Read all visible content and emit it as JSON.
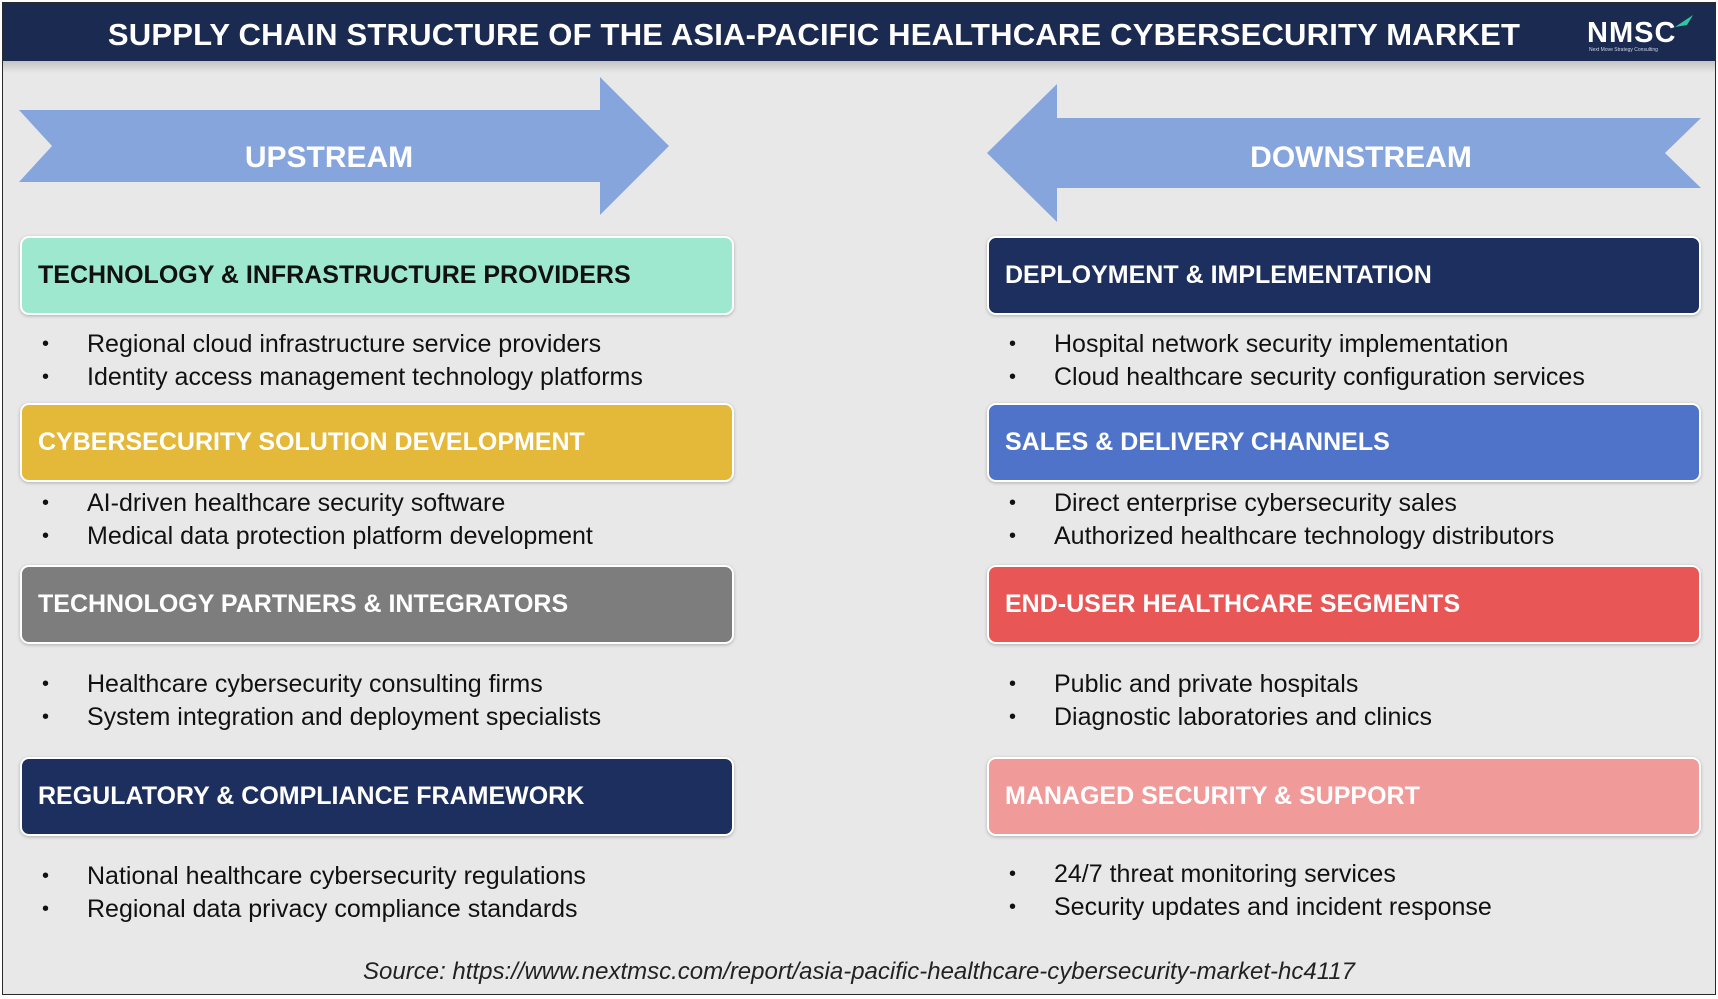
{
  "header": {
    "title": "SUPPLY CHAIN STRUCTURE OF THE ASIA-PACIFIC HEALTHCARE CYBERSECURITY MARKET",
    "logo_text": "NMSC",
    "logo_subtext": "Next Move Strategy Consulting"
  },
  "colors": {
    "header_bg": "#1a2a50",
    "arrow": "#87a5dd",
    "navy": "#1c2f5e",
    "mint": "#9ee8d0",
    "gold": "#e4b838",
    "gray": "#7d7d7d",
    "blue": "#4e73c9",
    "red": "#e85656",
    "pink": "#f19a9a"
  },
  "upstream": {
    "label": "UPSTREAM",
    "sections": [
      {
        "title": "TECHNOLOGY & INFRASTRUCTURE PROVIDERS",
        "items": [
          "Regional cloud infrastructure service providers",
          "Identity access management technology platforms"
        ]
      },
      {
        "title": "CYBERSECURITY SOLUTION DEVELOPMENT",
        "items": [
          "AI-driven healthcare security software",
          "Medical data protection platform development"
        ]
      },
      {
        "title": "TECHNOLOGY PARTNERS & INTEGRATORS",
        "items": [
          "Healthcare cybersecurity consulting firms",
          "System integration and deployment specialists"
        ]
      },
      {
        "title": "REGULATORY & COMPLIANCE FRAMEWORK",
        "items": [
          "National healthcare cybersecurity regulations",
          "Regional data privacy compliance standards"
        ]
      }
    ]
  },
  "downstream": {
    "label": "DOWNSTREAM",
    "sections": [
      {
        "title": "DEPLOYMENT & IMPLEMENTATION",
        "items": [
          "Hospital network security implementation",
          "Cloud healthcare security configuration services"
        ]
      },
      {
        "title": "SALES & DELIVERY CHANNELS",
        "items": [
          "Direct enterprise cybersecurity sales",
          "Authorized healthcare technology distributors"
        ]
      },
      {
        "title": "END-USER HEALTHCARE SEGMENTS",
        "items": [
          "Public and private hospitals",
          "Diagnostic laboratories and clinics"
        ]
      },
      {
        "title": "MANAGED SECURITY & SUPPORT",
        "items": [
          "24/7 threat monitoring services",
          "Security updates and incident response"
        ]
      }
    ]
  },
  "source": "Source: https://www.nextmsc.com/report/asia-pacific-healthcare-cybersecurity-market-hc4117"
}
